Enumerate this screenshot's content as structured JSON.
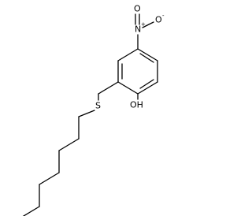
{
  "molecule": {
    "atoms": {
      "sulfur": "S",
      "hydroxyl": "OH",
      "nitro_o_top": "O",
      "nitro_o_right": "O",
      "nitro_n": "N",
      "nitro_n_charge": "+",
      "nitro_o_charge": "-"
    },
    "colors": {
      "bond": "#000000",
      "label": "#000000",
      "background": "#ffffff"
    }
  }
}
